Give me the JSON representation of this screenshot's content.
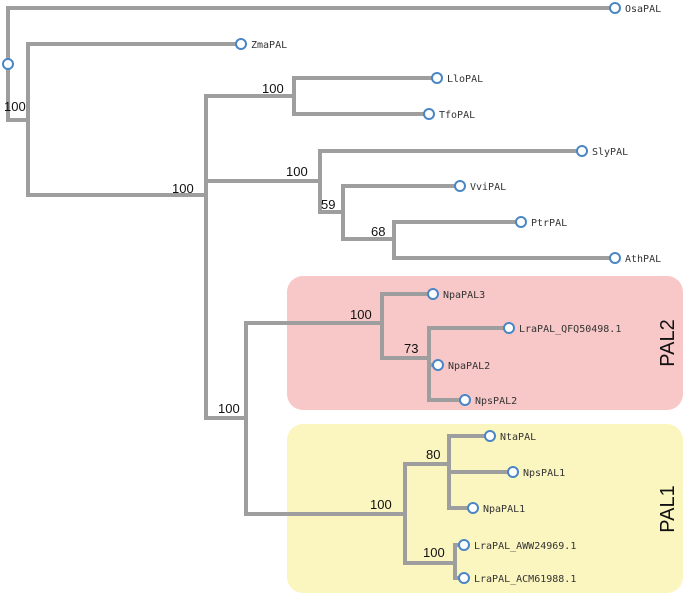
{
  "leaves": [
    {
      "id": "OsaPAL",
      "label": "OsaPAL"
    },
    {
      "id": "ZmaPAL",
      "label": "ZmaPAL"
    },
    {
      "id": "LloPAL",
      "label": "LloPAL"
    },
    {
      "id": "TfoPAL",
      "label": "TfoPAL"
    },
    {
      "id": "SlyPAL",
      "label": "SlyPAL"
    },
    {
      "id": "VviPAL",
      "label": "VviPAL"
    },
    {
      "id": "PtrPAL",
      "label": "PtrPAL"
    },
    {
      "id": "AthPAL",
      "label": "AthPAL"
    },
    {
      "id": "NpaPAL3",
      "label": "NpaPAL3"
    },
    {
      "id": "LraPAL_QFQ",
      "label": "LraPAL_QFQ50498.1"
    },
    {
      "id": "NpaPAL2",
      "label": "NpaPAL2"
    },
    {
      "id": "NpsPAL2",
      "label": "NpsPAL2"
    },
    {
      "id": "NtaPAL",
      "label": "NtaPAL"
    },
    {
      "id": "NpsPAL1",
      "label": "NpsPAL1"
    },
    {
      "id": "NpaPAL1",
      "label": "NpaPAL1"
    },
    {
      "id": "LraPAL_AWW",
      "label": "LraPAL_AWW24969.1"
    },
    {
      "id": "LraPAL_ACM",
      "label": "LraPAL_ACM61988.1"
    }
  ],
  "support_values": [
    "100",
    "100",
    "100",
    "100",
    "59",
    "68",
    "100",
    "73",
    "100",
    "100",
    "80",
    "100"
  ],
  "clades": [
    {
      "label": "PAL2",
      "color": "#f8c8c8"
    },
    {
      "label": "PAL1",
      "color": "#fbf5c0"
    }
  ],
  "colors": {
    "branch": "#9e9e9e",
    "node_stroke": "#4a86c5"
  }
}
